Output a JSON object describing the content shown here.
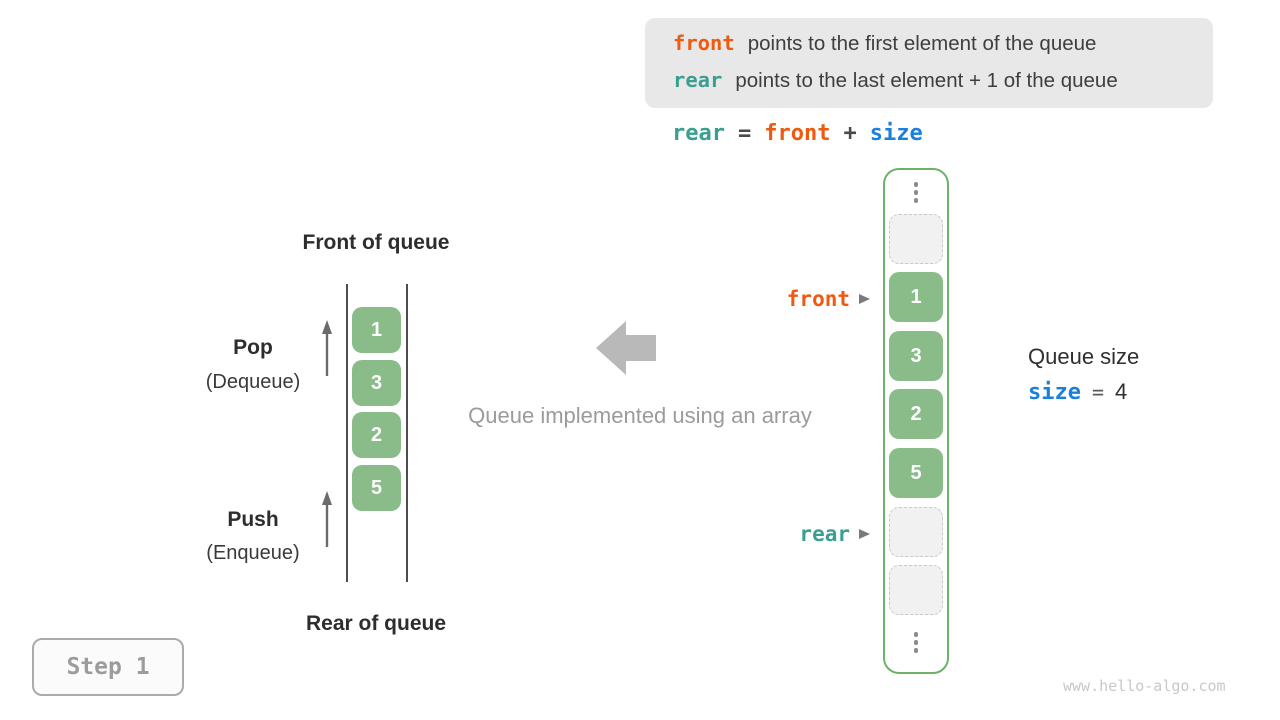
{
  "info_panel": {
    "lines": [
      {
        "keyword": "front",
        "description": "points to the first element of the queue"
      },
      {
        "keyword": "rear",
        "description": "points to the last element + 1 of the queue"
      }
    ]
  },
  "formula": {
    "lhs": "rear",
    "equals": "=",
    "operand1": "front",
    "operator": "+",
    "operand2": "size"
  },
  "abstract_queue": {
    "front_label": "Front of queue",
    "rear_label": "Rear of queue",
    "pop": {
      "label": "Pop",
      "sublabel": "(Dequeue)"
    },
    "push": {
      "label": "Push",
      "sublabel": "(Enqueue)"
    },
    "values": [
      "1",
      "3",
      "2",
      "5"
    ]
  },
  "caption": "Queue implemented using an array",
  "array_queue": {
    "front_pointer": "front",
    "rear_pointer": "rear",
    "filled_values": [
      "1",
      "3",
      "2",
      "5"
    ],
    "empty_cells": 3,
    "ellipsis": "⋮"
  },
  "queue_size": {
    "label": "Queue size",
    "keyword": "size",
    "equals": "=",
    "value": "4"
  },
  "step_badge": "Step 1",
  "watermark": "www.hello-algo.com",
  "colors": {
    "front_orange": "#ee5a0f",
    "rear_teal": "#3a9e90",
    "size_blue": "#1b80d9",
    "cell_green": "#8abc8a",
    "container_border_green": "#6cb16c",
    "panel_gray": "#e8e8e8"
  }
}
